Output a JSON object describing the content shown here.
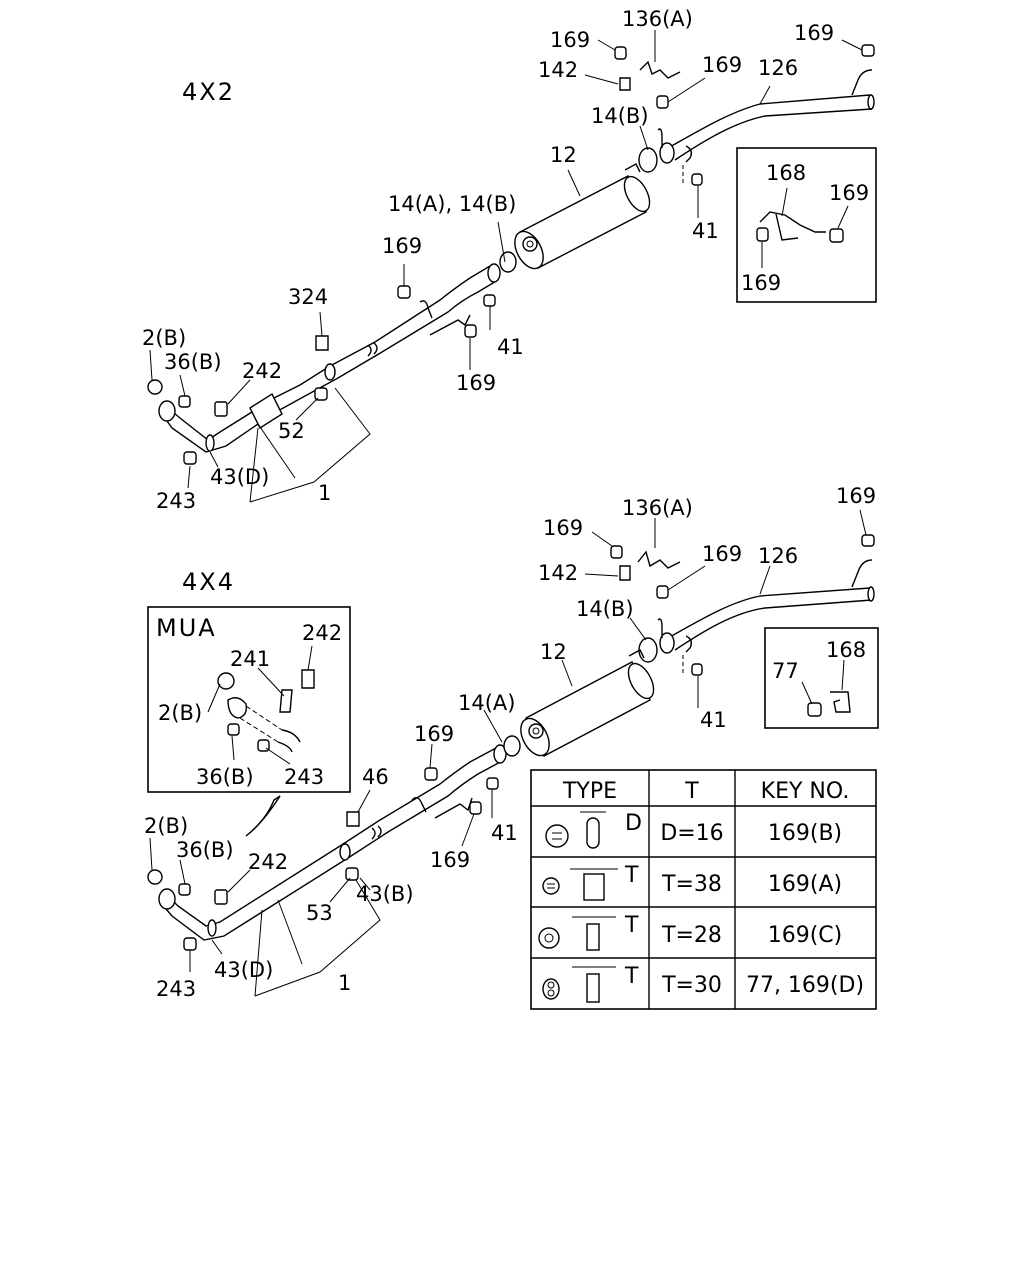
{
  "sections": {
    "top_title": "4X2",
    "bottom_title": "4X4",
    "inset_title": "MUA"
  },
  "labels": {
    "l_169": "169",
    "l_136a": "136(A)",
    "l_142": "142",
    "l_126": "126",
    "l_14b": "14(B)",
    "l_14a": "14(A)",
    "l_14ab": "14(A), 14(B)",
    "l_12": "12",
    "l_41": "41",
    "l_168": "168",
    "l_324": "324",
    "l_2b": "2(B)",
    "l_36b": "36(B)",
    "l_242": "242",
    "l_241": "241",
    "l_243": "243",
    "l_52": "52",
    "l_53": "53",
    "l_46": "46",
    "l_43d": "43(D)",
    "l_43b": "43(B)",
    "l_1": "1",
    "l_77": "77"
  },
  "table": {
    "headers": [
      "TYPE",
      "T",
      "KEY NO."
    ],
    "rows": [
      {
        "dim": "D",
        "t": "D=16",
        "key": "169(B)"
      },
      {
        "dim": "T",
        "t": "T=38",
        "key": "169(A)"
      },
      {
        "dim": "T",
        "t": "T=28",
        "key": "169(C)"
      },
      {
        "dim": "T",
        "t": "T=30",
        "key": "77, 169(D)"
      }
    ]
  }
}
